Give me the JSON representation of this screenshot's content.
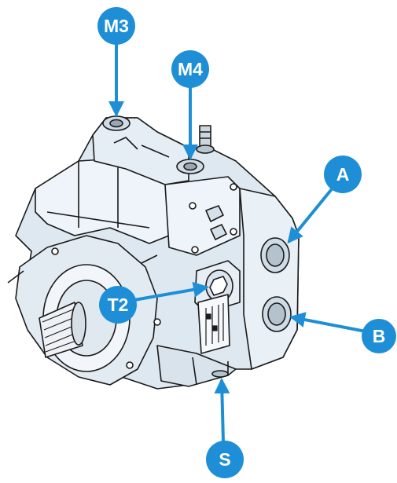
{
  "callouts": [
    {
      "id": "m3",
      "label": "M3"
    },
    {
      "id": "m4",
      "label": "M4"
    },
    {
      "id": "a",
      "label": "A"
    },
    {
      "id": "t2",
      "label": "T2"
    },
    {
      "id": "b",
      "label": "B"
    },
    {
      "id": "s",
      "label": "S"
    }
  ],
  "colors": {
    "callout": "#1e8fd6",
    "body": "#dde8f0",
    "body_light": "#eef4f9",
    "outline": "#1a1a1a",
    "metal": "#9aa7b2"
  }
}
